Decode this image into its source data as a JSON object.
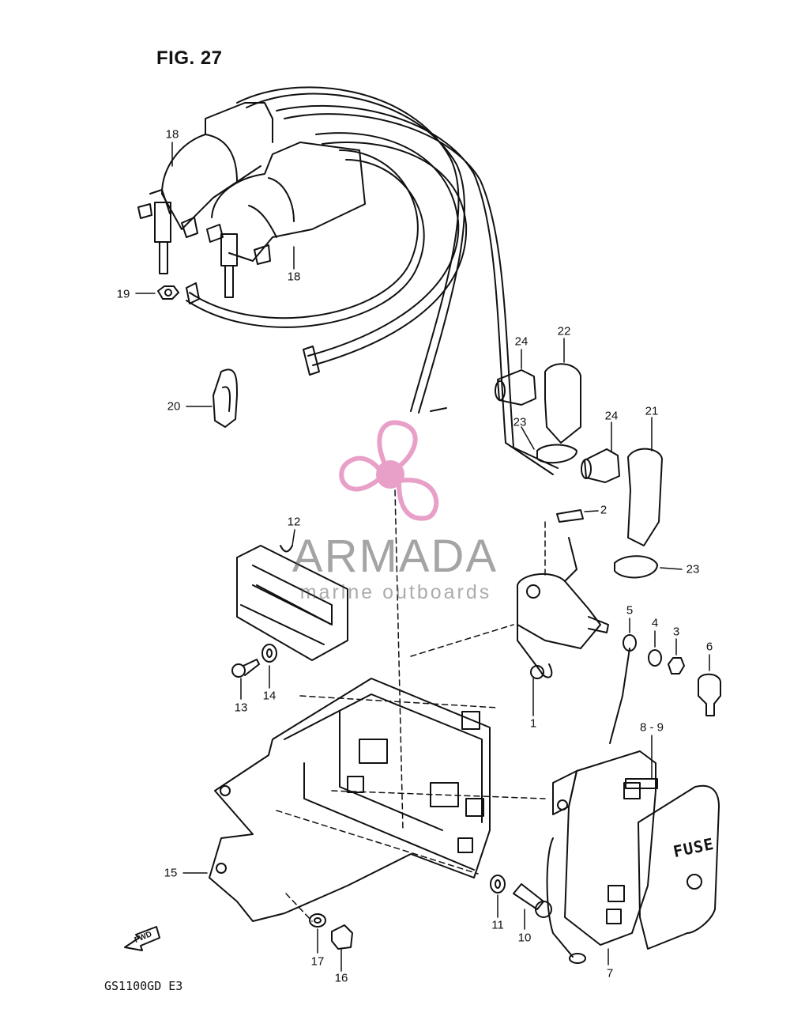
{
  "title": "FIG. 27",
  "model": "GS1100GD  E3",
  "watermark": {
    "name": "ARMADA",
    "subtitle": "marine outboards",
    "logo_color": "#e8a0c8"
  },
  "fwd_label": "FWD",
  "fuse_label": "FUSE",
  "callouts": [
    {
      "id": "18a",
      "text": "18"
    },
    {
      "id": "18b",
      "text": "18"
    },
    {
      "id": "19",
      "text": "19"
    },
    {
      "id": "20",
      "text": "20"
    },
    {
      "id": "24a",
      "text": "24"
    },
    {
      "id": "22",
      "text": "22"
    },
    {
      "id": "23a",
      "text": "23"
    },
    {
      "id": "24b",
      "text": "24"
    },
    {
      "id": "21",
      "text": "21"
    },
    {
      "id": "23b",
      "text": "23"
    },
    {
      "id": "2",
      "text": "2"
    },
    {
      "id": "12",
      "text": "12"
    },
    {
      "id": "13",
      "text": "13"
    },
    {
      "id": "14",
      "text": "14"
    },
    {
      "id": "1",
      "text": "1"
    },
    {
      "id": "5",
      "text": "5"
    },
    {
      "id": "4",
      "text": "4"
    },
    {
      "id": "3",
      "text": "3"
    },
    {
      "id": "6",
      "text": "6"
    },
    {
      "id": "8-9",
      "text": "8 - 9"
    },
    {
      "id": "15",
      "text": "15"
    },
    {
      "id": "11",
      "text": "11"
    },
    {
      "id": "10",
      "text": "10"
    },
    {
      "id": "7",
      "text": "7"
    },
    {
      "id": "17",
      "text": "17"
    },
    {
      "id": "16",
      "text": "16"
    }
  ]
}
